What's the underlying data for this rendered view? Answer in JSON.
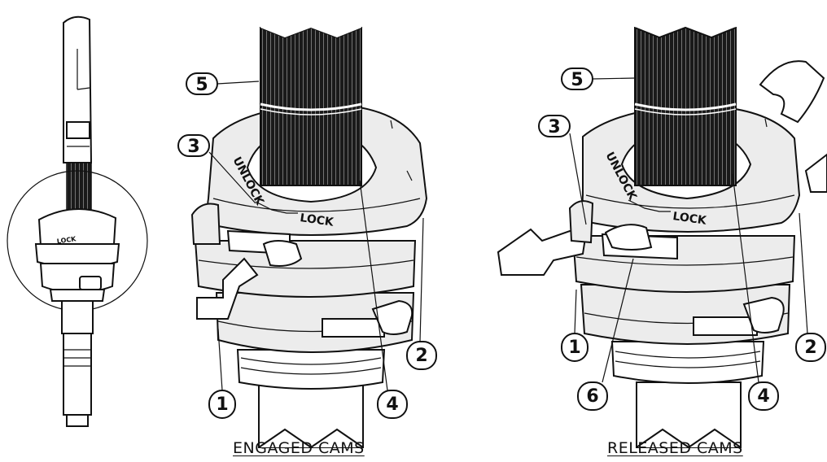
{
  "captions": {
    "engaged": "ENGAGED CAMS",
    "released": "RELEASED CAMS"
  },
  "dial": {
    "unlock": "UNLOCK",
    "lock": "LOCK"
  },
  "callouts": {
    "engaged": [
      "5",
      "3",
      "1",
      "4",
      "2"
    ],
    "released": [
      "5",
      "3",
      "1",
      "6",
      "4",
      "2"
    ]
  }
}
